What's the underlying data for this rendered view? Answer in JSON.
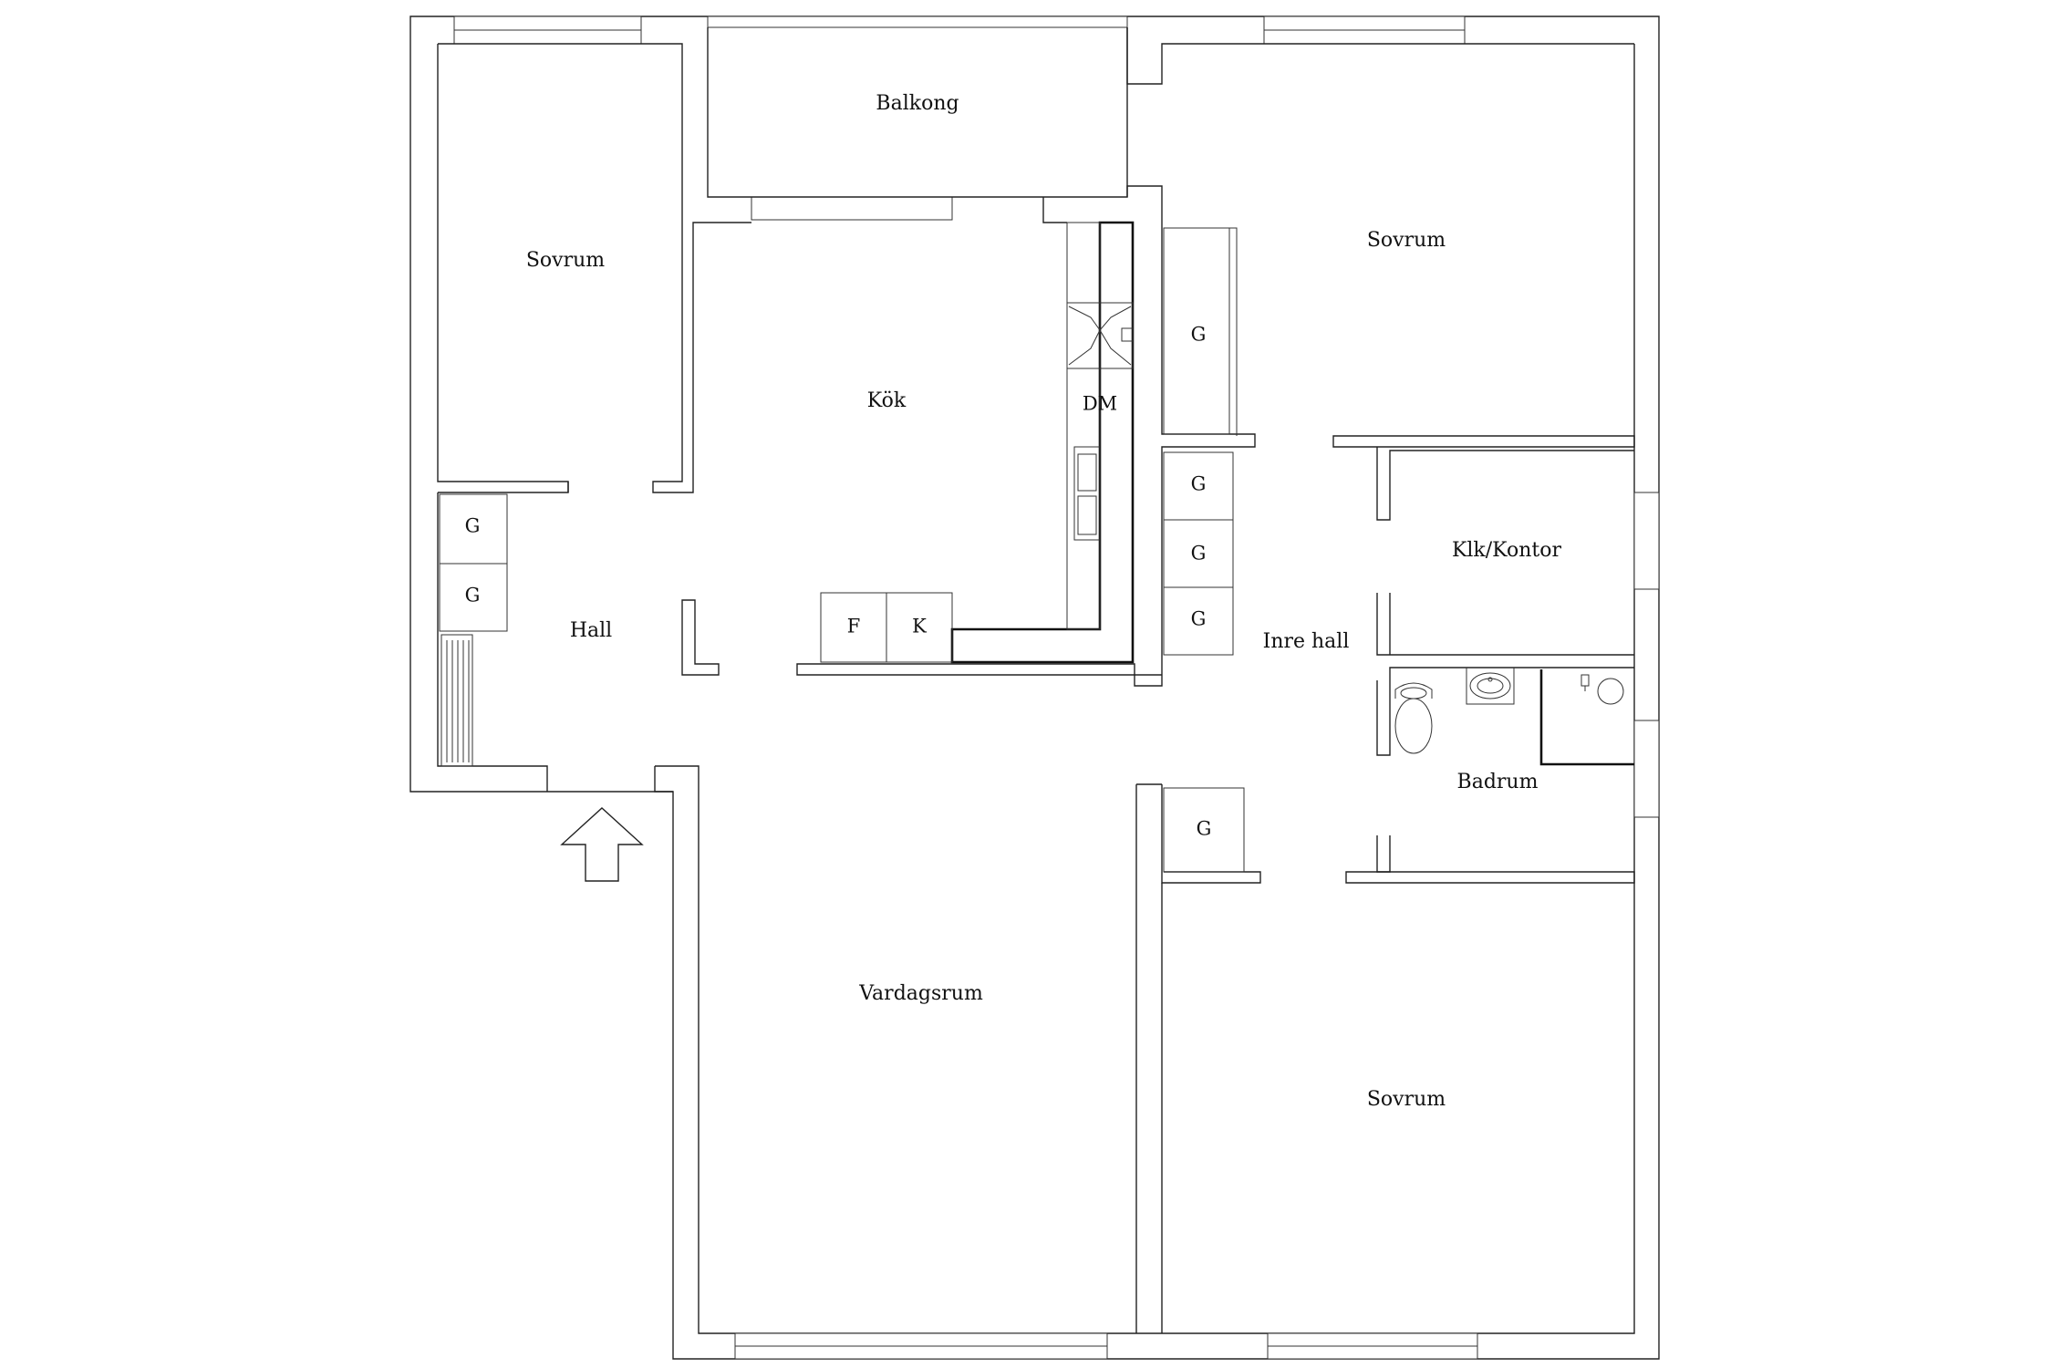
{
  "rooms": {
    "balkong": "Balkong",
    "sovrum_nw": "Sovrum",
    "kok": "Kök",
    "hall": "Hall",
    "sovrum_ne": "Sovrum",
    "klk_kontor": "Klk/Kontor",
    "inre_hall": "Inre hall",
    "badrum": "Badrum",
    "vardagsrum": "Vardagsrum",
    "sovrum_se": "Sovrum"
  },
  "fixtures": {
    "dishwasher": "DM",
    "fridge": "F",
    "freezer": "K",
    "wardrobe": "G"
  },
  "icons": [
    "entrance-arrow-icon",
    "toilet-icon",
    "sink-icon",
    "shower-icon",
    "stove-icon",
    "kitchen-sink-icon",
    "radiator-icon"
  ]
}
